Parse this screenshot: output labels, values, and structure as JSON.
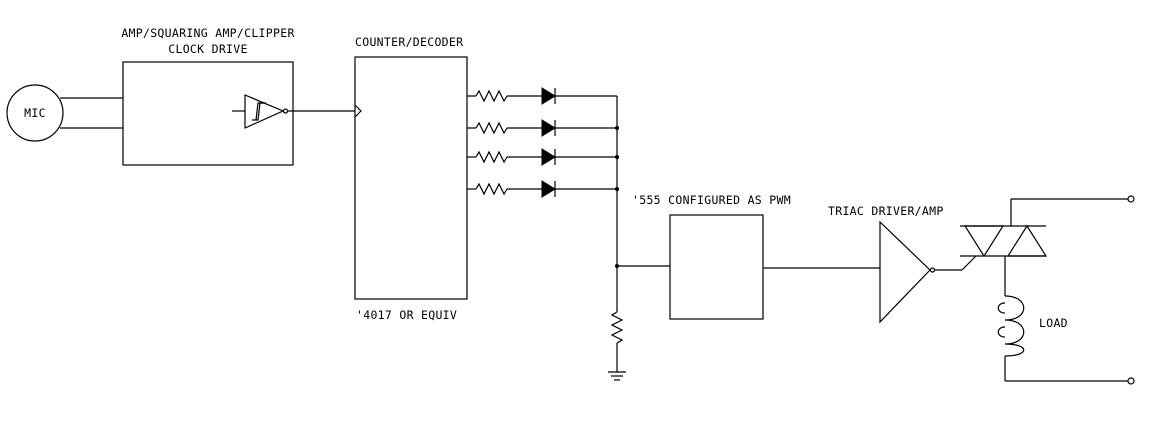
{
  "labels": {
    "mic": "MIC",
    "amp_line1": "AMP/SQUARING AMP/CLIPPER",
    "amp_line2": "CLOCK DRIVE",
    "counter": "COUNTER/DECODER",
    "counter_part": "'4017 OR EQUIV",
    "pwm": "'555 CONFIGURED AS PWM",
    "triac_driver": "TRIAC DRIVER/AMP",
    "load": "LOAD"
  },
  "colors": {
    "ink": "#000000",
    "background": "#ffffff"
  }
}
